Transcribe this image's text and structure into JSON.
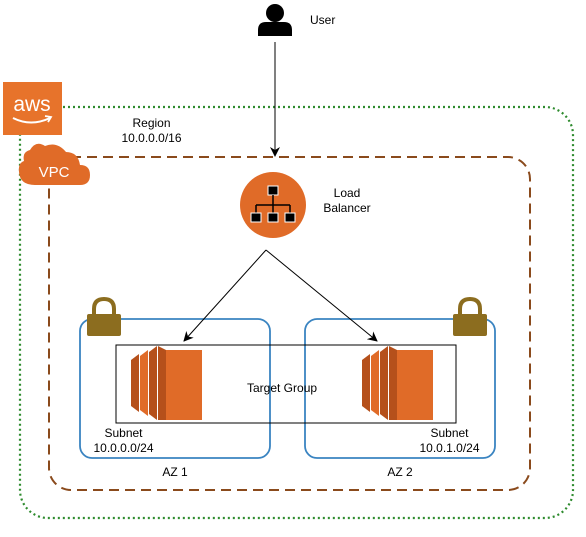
{
  "user": {
    "label": "User",
    "icon": "user-icon"
  },
  "aws": {
    "logo_text": "aws",
    "color": "#E7732B"
  },
  "region": {
    "title": "Region",
    "cidr": "10.0.0.0/16",
    "border_color": "#2E8B2E"
  },
  "vpc": {
    "logo_text": "VPC",
    "color": "#E06B28",
    "border_color": "#8A4A1C"
  },
  "load_balancer": {
    "line1": "Load",
    "line2": "Balancer",
    "icon": "load-balancer-icon",
    "color": "#E06B28"
  },
  "target_group": {
    "label": "Target Group"
  },
  "subnets": [
    {
      "title": "Subnet",
      "cidr": "10.0.0.0/24",
      "az": "AZ 1",
      "icon": "lock-icon"
    },
    {
      "title": "Subnet",
      "cidr": "10.0.1.0/24",
      "az": "AZ 2",
      "icon": "lock-icon"
    }
  ],
  "instances": [
    {
      "icon": "ec2-instance-icon"
    },
    {
      "icon": "ec2-instance-icon"
    }
  ],
  "colors": {
    "subnet_border": "#3A84C1",
    "lock": "#8C6D1F",
    "ec2": "#E06B28",
    "ec2_dark": "#B5501B"
  }
}
